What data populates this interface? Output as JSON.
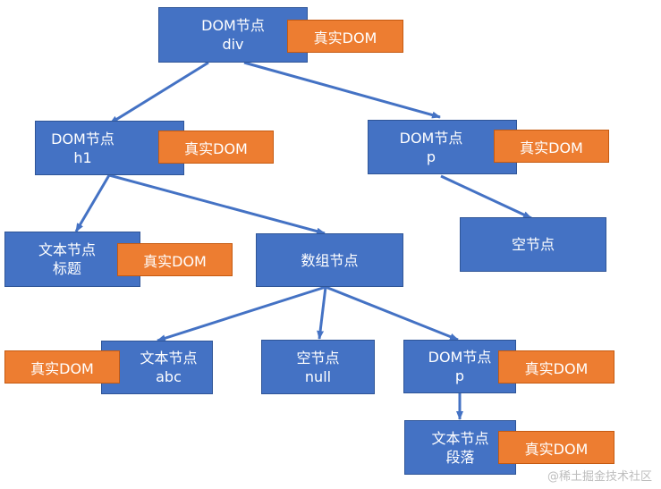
{
  "colors": {
    "node": "#4472c4",
    "real": "#ed7d31",
    "edge": "#4472c4"
  },
  "real_dom_label": "真实DOM",
  "nodes": {
    "root": {
      "line1": "DOM节点",
      "line2": "div"
    },
    "h1": {
      "line1": "DOM节点",
      "line2": "h1"
    },
    "p1": {
      "line1": "DOM节点",
      "line2": "p"
    },
    "title": {
      "line1": "文本节点",
      "line2": "标题"
    },
    "array": {
      "line1": "数组节点"
    },
    "empty1": {
      "line1": "空节点"
    },
    "abc": {
      "line1": "文本节点",
      "line2": "abc"
    },
    "null": {
      "line1": "空节点",
      "line2": "null"
    },
    "p2": {
      "line1": "DOM节点",
      "line2": "p"
    },
    "para": {
      "line1": "文本节点",
      "line2": "段落"
    }
  },
  "watermark": "@稀土掘金技术社区"
}
